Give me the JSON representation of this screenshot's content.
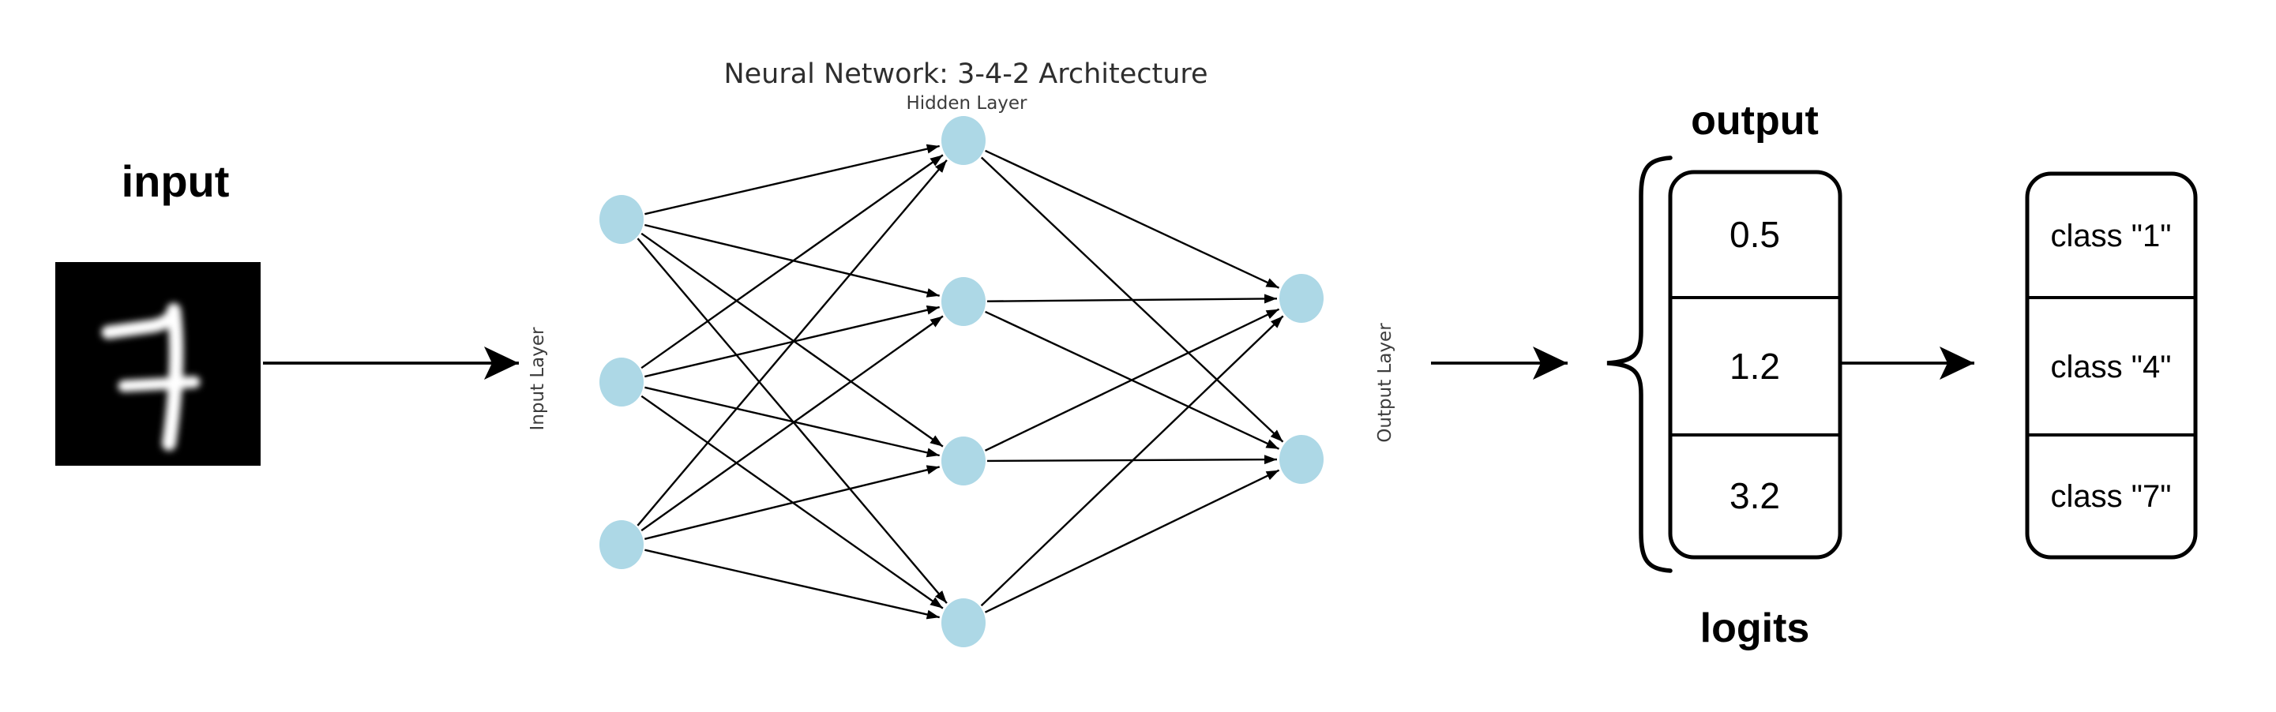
{
  "input_panel": {
    "label": "input",
    "digit": "7"
  },
  "network": {
    "title": "Neural Network: 3-4-2 Architecture",
    "input_layer_label": "Input Layer",
    "hidden_layer_label": "Hidden Layer",
    "output_layer_label": "Output Layer",
    "architecture": {
      "input_nodes": 3,
      "hidden_nodes": 4,
      "output_nodes": 2
    }
  },
  "logits_panel": {
    "title": "output",
    "caption": "logits",
    "values": [
      "0.5",
      "1.2",
      "3.2"
    ]
  },
  "classes_panel": {
    "labels": [
      "class \"1\"",
      "class \"4\"",
      "class \"7\""
    ]
  },
  "colors": {
    "node_fill": "#add8e6",
    "edge": "#000000",
    "muted_text": "#3c3c3c"
  }
}
